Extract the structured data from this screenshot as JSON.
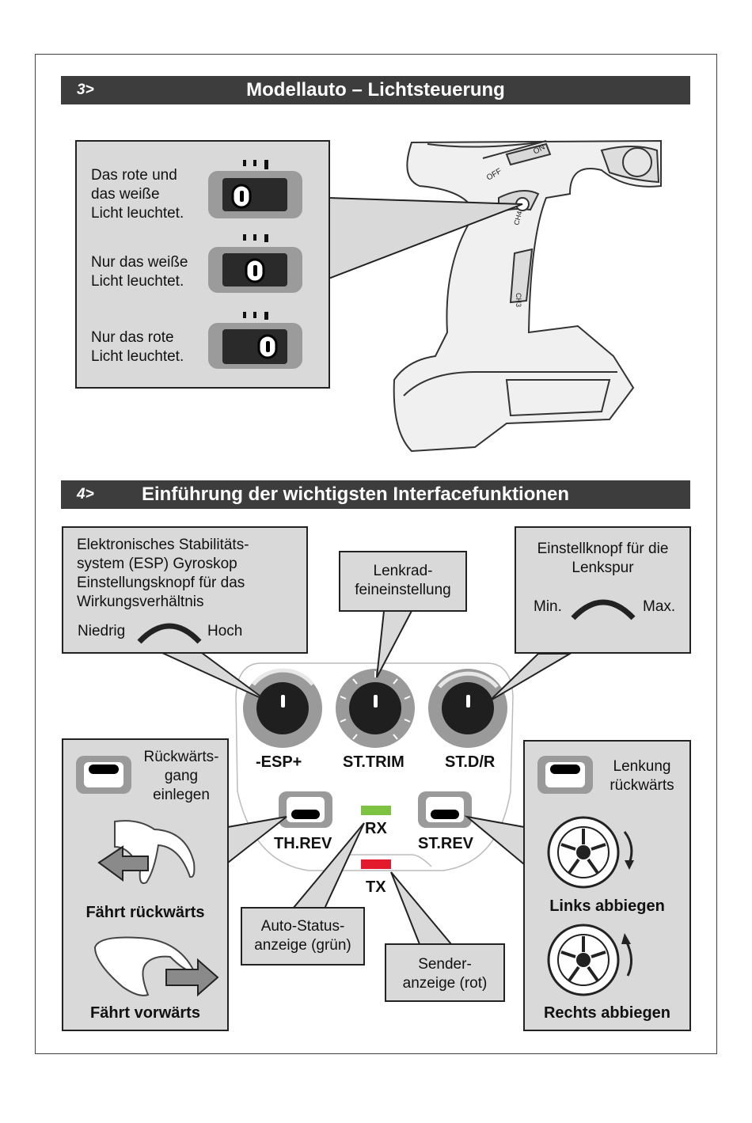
{
  "section3": {
    "number": "3>",
    "title": "Modellauto – Lichtsteuerung",
    "light_states": [
      {
        "text_line1": "Das rote und",
        "text_line2": "das weiße",
        "text_line3": "Licht leuchtet."
      },
      {
        "text_line1": "Nur das weiße",
        "text_line2": "Licht leuchtet."
      },
      {
        "text_line1": "Nur das rote",
        "text_line2": "Licht leuchtet."
      }
    ],
    "transmitter": {
      "switch_off": "OFF",
      "switch_on": "ON",
      "channel_label": "CH4",
      "channel3_label": "CH3"
    }
  },
  "section4": {
    "number": "4>",
    "title": "Einführung der wichtigsten Interfacefunktionen",
    "esp_box": {
      "lines": [
        "Elektronisches Stabilitäts-",
        "system (ESP) Gyroskop",
        "Einstellungsknopf für das",
        "Wirkungsverhältnis"
      ],
      "min_label": "Niedrig",
      "max_label": "Hoch"
    },
    "trim_box": {
      "lines": [
        "Lenkrad-",
        "feineinstellung"
      ]
    },
    "dr_box": {
      "lines": [
        "Einstellknopf für die",
        "Lenkspur"
      ],
      "min_label": "Min.",
      "max_label": "Max."
    },
    "knob_labels": [
      "-ESP+",
      "ST.TRIM",
      "ST.D/R"
    ],
    "switch_labels": [
      "TH.REV",
      "ST.REV"
    ],
    "led_labels": [
      "RX",
      "TX"
    ],
    "led_colors": {
      "rx": "#7dc242",
      "tx": "#e3192c"
    },
    "reverse_box": {
      "lines": [
        "Rückwärts-",
        "gang",
        "einlegen"
      ],
      "backward": "Fährt rückwärts",
      "forward": "Fährt vorwärts"
    },
    "steering_box": {
      "lines": [
        "Lenkung",
        "rückwärts"
      ],
      "left": "Links abbiegen",
      "right": "Rechts abbiegen"
    },
    "auto_status": {
      "lines": [
        "Auto-Status-",
        "anzeige (grün)"
      ]
    },
    "sender": {
      "lines": [
        "Sender-",
        "anzeige (rot)"
      ]
    }
  }
}
